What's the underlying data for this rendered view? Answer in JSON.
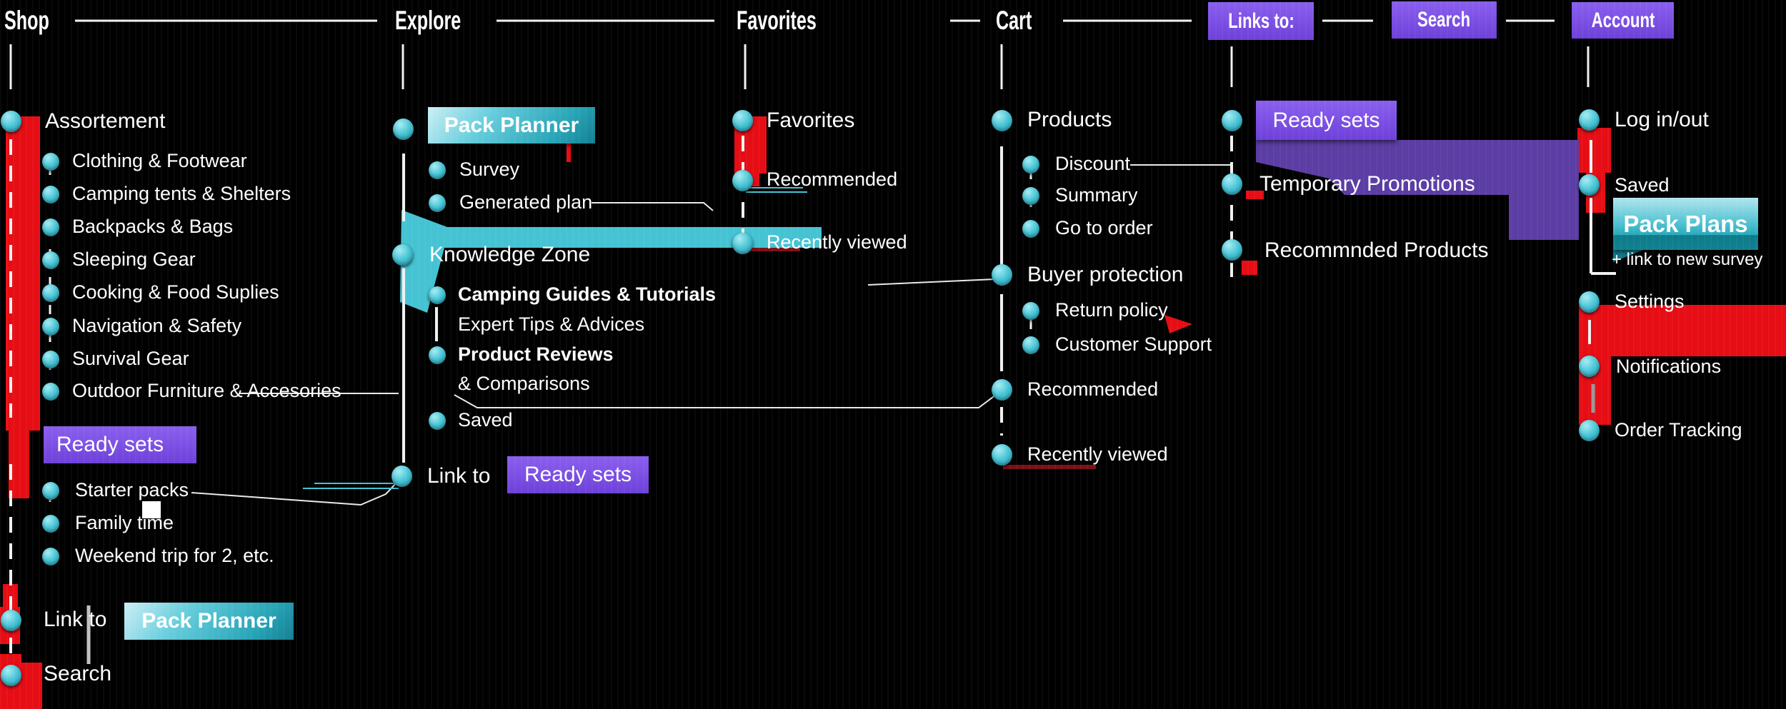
{
  "header": {
    "tabs": [
      {
        "label": "Shop",
        "style": "text"
      },
      {
        "label": "Explore",
        "style": "text"
      },
      {
        "label": "Favorites",
        "style": "text"
      },
      {
        "label": "Cart",
        "style": "text"
      },
      {
        "label": "Links to:",
        "style": "button"
      },
      {
        "label": "Search",
        "style": "button"
      },
      {
        "label": "Account",
        "style": "button"
      }
    ]
  },
  "shop": {
    "assortment_title": "Assortement",
    "items": [
      "Clothing & Footwear",
      "Camping tents & Shelters",
      "Backpacks & Bags",
      "Sleeping Gear",
      "Cooking & Food Suplies",
      "Navigation & Safety",
      "Survival Gear",
      "Outdoor Furniture & Accesories"
    ],
    "ready_sets_label": "Ready sets",
    "ready_sets_items": [
      "Starter packs",
      "Family time",
      "Weekend trip for 2, etc."
    ],
    "link_to_label": "Link to",
    "pack_planner_label": "Pack Planner",
    "search_label": "Search"
  },
  "explore": {
    "pack_planner_label": "Pack Planner",
    "planner_items": [
      "Survey",
      "Generated plan"
    ],
    "knowledge_zone_title": "Knowledge Zone",
    "knowledge_items": [
      {
        "label": "Camping Guides & Tutorials",
        "bold": true
      },
      {
        "label": "Expert Tips & Advices",
        "bold": false
      },
      {
        "label": "Product Reviews",
        "bold": true
      },
      {
        "label": "& Comparisons",
        "bold": false
      },
      {
        "label": "Saved",
        "bold": false
      }
    ],
    "link_to_label": "Link to",
    "ready_sets_label": "Ready sets"
  },
  "favorites": {
    "title": "Favorites",
    "items": [
      "Recommended",
      "Recently viewed"
    ]
  },
  "cart": {
    "products_title": "Products",
    "product_items": [
      "Discount",
      "Summary",
      "Go to order"
    ],
    "buyer_protection_title": "Buyer protection",
    "buyer_items": [
      "Return policy",
      "Customer Support"
    ],
    "extra_items": [
      "Recommended",
      "Recently viewed"
    ]
  },
  "links_to": {
    "ready_sets_label": "Ready sets",
    "items": [
      "Temporary Promotions",
      "Recommnded Products"
    ]
  },
  "account": {
    "items": [
      "Log in/out",
      "Saved",
      "Settings",
      "Notifications",
      "Order Tracking"
    ],
    "pack_plans_label": "Pack Plans",
    "survey_note": "+ link to new survey"
  },
  "colors": {
    "accent_teal": "#45c3d3",
    "accent_purple": "#7a4fe0",
    "blob_purple": "#5b3da3",
    "marker_red": "#e60d15",
    "background": "#000000"
  }
}
